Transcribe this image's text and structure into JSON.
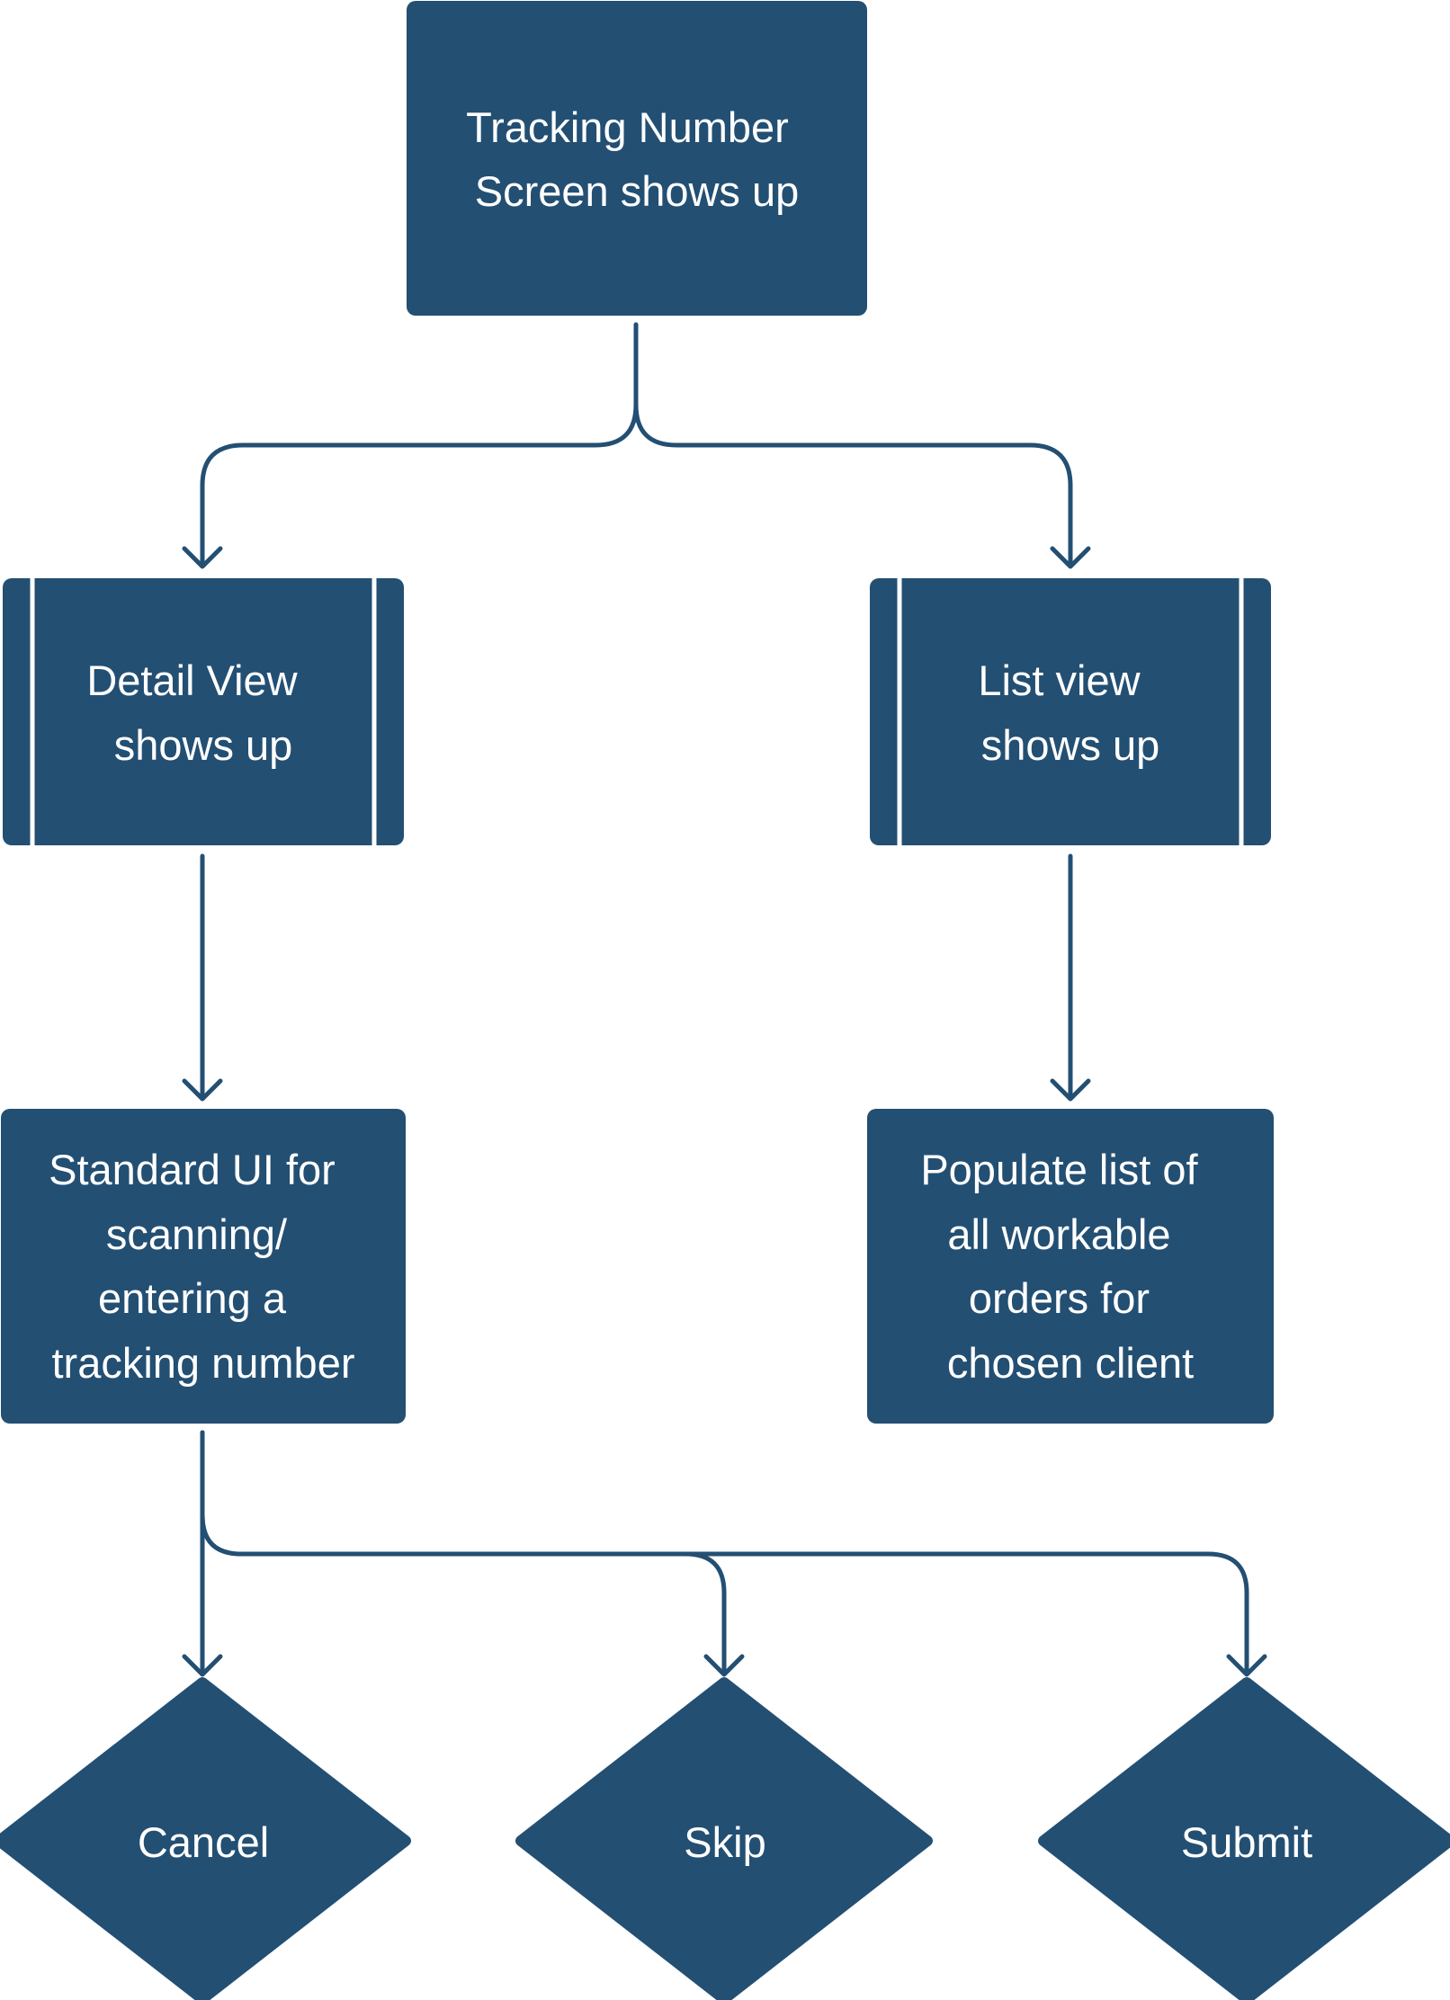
{
  "colors": {
    "node_fill": "#234f73",
    "edge_stroke": "#234f73",
    "text": "#ffffff",
    "background": "#ffffff"
  },
  "nodes": {
    "tracking_screen": {
      "shape": "process",
      "lines": [
        "Tracking Number",
        "Screen shows up"
      ]
    },
    "detail_view": {
      "shape": "subprocess",
      "lines": [
        "Detail View",
        "shows up"
      ]
    },
    "list_view": {
      "shape": "subprocess",
      "lines": [
        "List view",
        "shows up"
      ]
    },
    "standard_ui": {
      "shape": "process",
      "lines": [
        "Standard UI for",
        "scanning/",
        "entering a",
        "tracking number"
      ]
    },
    "populate_list": {
      "shape": "process",
      "lines": [
        "Populate list of",
        "all workable",
        "orders for",
        "chosen client"
      ]
    },
    "cancel": {
      "shape": "decision",
      "lines": [
        "Cancel"
      ]
    },
    "skip": {
      "shape": "decision",
      "lines": [
        "Skip"
      ]
    },
    "submit": {
      "shape": "decision",
      "lines": [
        "Submit"
      ]
    }
  },
  "edges": [
    {
      "from": "tracking_screen",
      "to": "detail_view"
    },
    {
      "from": "tracking_screen",
      "to": "list_view"
    },
    {
      "from": "detail_view",
      "to": "standard_ui"
    },
    {
      "from": "list_view",
      "to": "populate_list"
    },
    {
      "from": "standard_ui",
      "to": "cancel"
    },
    {
      "from": "standard_ui",
      "to": "skip"
    },
    {
      "from": "standard_ui",
      "to": "submit"
    }
  ]
}
